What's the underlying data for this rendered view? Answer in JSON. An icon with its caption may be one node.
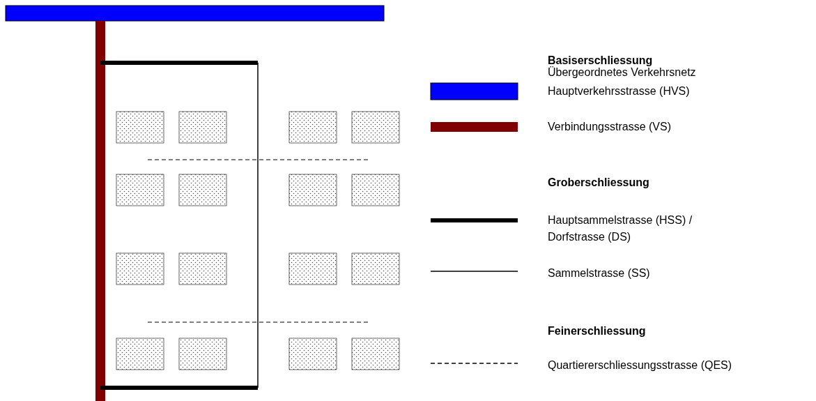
{
  "diagram": {
    "labels": [
      "Basiserschliessung",
      "Übergeordnetes Verkehrsnetz",
      "Groberschliessung",
      "Feinerschliessung"
    ],
    "legend": [
      {
        "text": "Hauptverkehrsstrasse (HVS)",
        "color": "#0000ff"
      },
      {
        "text": "Verbindungsstrasse (VS)",
        "color": "#800000"
      },
      {
        "text": "Hauptsammelstrasse (HSS) / Dorfstrasse (DS)",
        "color": "#000000"
      },
      {
        "text": "Sammelstrasse (SS)"
      },
      {
        "text": "Quartiererschliessungsstrasse (QES)"
      }
    ]
  }
}
